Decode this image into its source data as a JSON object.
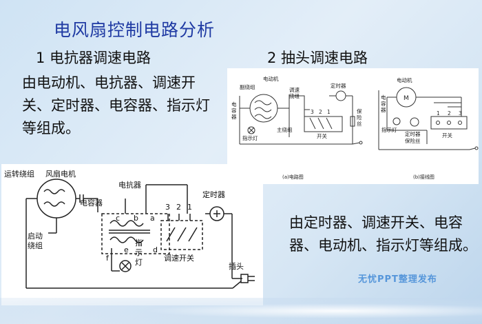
{
  "slide": {
    "title": "电风扇控制电路分析",
    "section1_heading": "1  电抗器调速电路",
    "section2_heading": "2  抽头调速电路",
    "section1_desc": "由电动机、电抗器、调速开关、定时器、电容器、指示灯等组成。",
    "section2_desc": "由定时器、调速开关、电容器、电动机、指示灯等组成。",
    "watermark": "无忧PPT整理发布"
  },
  "top_diagram": {
    "left": {
      "aux_winding": "副绕组",
      "motor": "电动机",
      "speed_winding_1": "调速",
      "speed_winding_2": "绕组",
      "capacitor_1": "电",
      "capacitor_2": "容",
      "capacitor_3": "器",
      "main_winding": "主绕组",
      "indicator": "指示灯",
      "timer": "定时器",
      "fuse_1": "保",
      "fuse_2": "险",
      "fuse_3": "丝",
      "switch": "开关",
      "pos1": "1",
      "pos2": "2",
      "pos3": "3",
      "caption": "(a)电路图"
    },
    "right": {
      "motor": "电动机",
      "motor_symbol": "M",
      "capacitor_1": "电",
      "capacitor_2": "容",
      "capacitor_3": "器",
      "indicator": "指示灯",
      "timer": "定时器",
      "fuse": "保险丝",
      "switch": "开关",
      "pos1": "1",
      "pos2": "2",
      "pos3": "3",
      "caption": "(b)接线图"
    }
  },
  "bottom_diagram": {
    "run_winding": "运转绕组",
    "fan_motor": "风扇电机",
    "reactor": "电抗器",
    "capacitor": "电容器",
    "timer": "定时器",
    "start_winding_1": "启动",
    "start_winding_2": "绕组",
    "indicator_1": "指",
    "indicator_2": "示",
    "indicator_3": "灯",
    "speed_switch": "调速开关",
    "plug": "插头",
    "tap_c": "c",
    "tap_b": "b",
    "tap_a": "a",
    "tap_e": "e",
    "tap_d": "d",
    "tap_f": "f",
    "pos3": "3",
    "pos2": "2",
    "pos1": "1"
  }
}
